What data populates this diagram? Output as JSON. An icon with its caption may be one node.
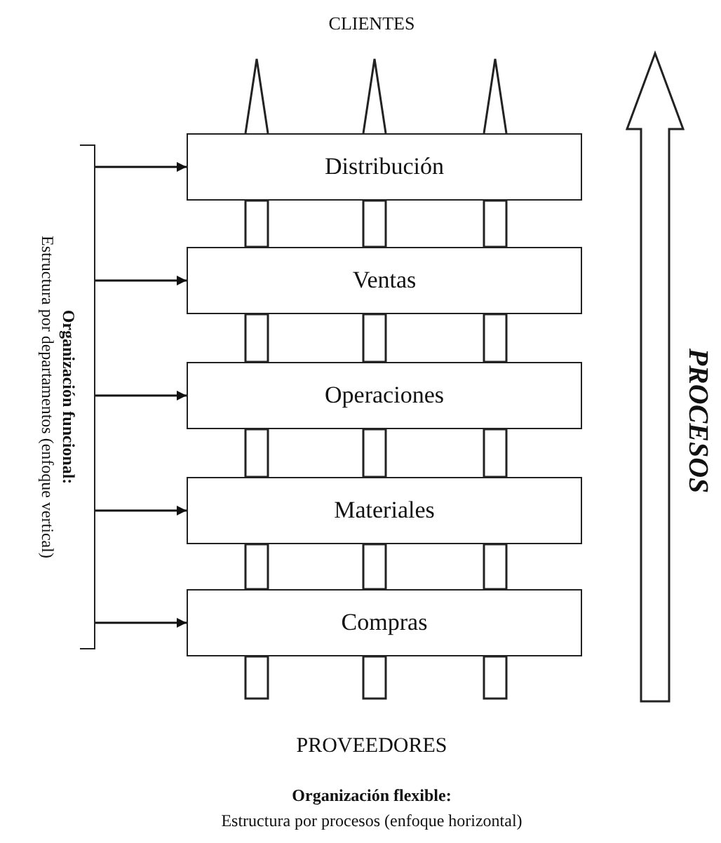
{
  "diagram": {
    "nodes": [
      {
        "text": [
          "CLIENTES"
        ]
      },
      {
        "text": [
          "Distribución"
        ]
      },
      {
        "text": [
          "Ventas"
        ]
      },
      {
        "text": [
          "Operaciones"
        ]
      },
      {
        "text": [
          "Materiales"
        ]
      },
      {
        "text": [
          "Compras"
        ]
      },
      {
        "text": [
          "PROVEEDORES"
        ]
      },
      {
        "text": [
          "Organización funcional:",
          "Estructura por departamentos (enfoque vertical)"
        ]
      }
    ],
    "edges": [
      {
        "from": 7,
        "to": 1,
        "arrow": "to"
      },
      {
        "from": 7,
        "to": 2,
        "arrow": "to"
      },
      {
        "from": 7,
        "to": 3,
        "arrow": "to"
      },
      {
        "from": 7,
        "to": 4,
        "arrow": "to"
      },
      {
        "from": 7,
        "to": 5,
        "arrow": "to"
      }
    ],
    "labels": [
      "PROCESOS",
      "Organización flexible:",
      "Estructura por procesos (enfoque horizontal)"
    ]
  }
}
